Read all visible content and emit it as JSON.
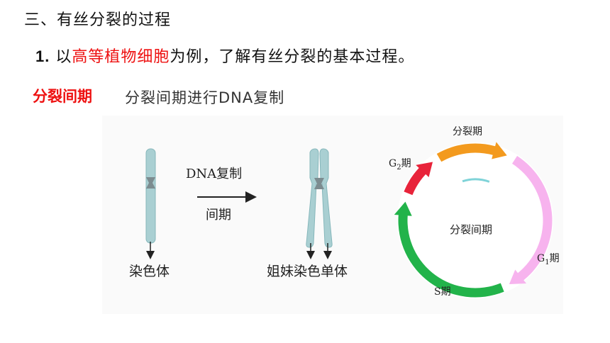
{
  "heading": "三、有丝分裂的过程",
  "subline": {
    "number": "1.",
    "prefix": "以",
    "highlight": "高等植物细胞",
    "suffix": "为例，了解有丝分裂的基本过程。"
  },
  "phase_tag": "分裂间期",
  "caption": "分裂间期进行DNA复制",
  "replication": {
    "arrow_top": "DNA复制",
    "arrow_bottom": "间期",
    "left_label": "染色体",
    "right_label": "姐妹染色单体"
  },
  "cycle": {
    "center": "分裂间期",
    "division": "分裂期",
    "g2": {
      "main": "G",
      "sub": "2",
      "suffix": "期"
    },
    "g1": {
      "main": "G",
      "sub": "1",
      "suffix": "期"
    },
    "s": "S期"
  },
  "colors": {
    "highlight": "#ee1111",
    "chromosome": "#a9cfd2",
    "division_arc": "#f39a1e",
    "g1_arc": "#f7b3ee",
    "s_arc": "#22b34a",
    "g2_arc": "#e8233a",
    "inner_arc": "#7fd3d8"
  }
}
